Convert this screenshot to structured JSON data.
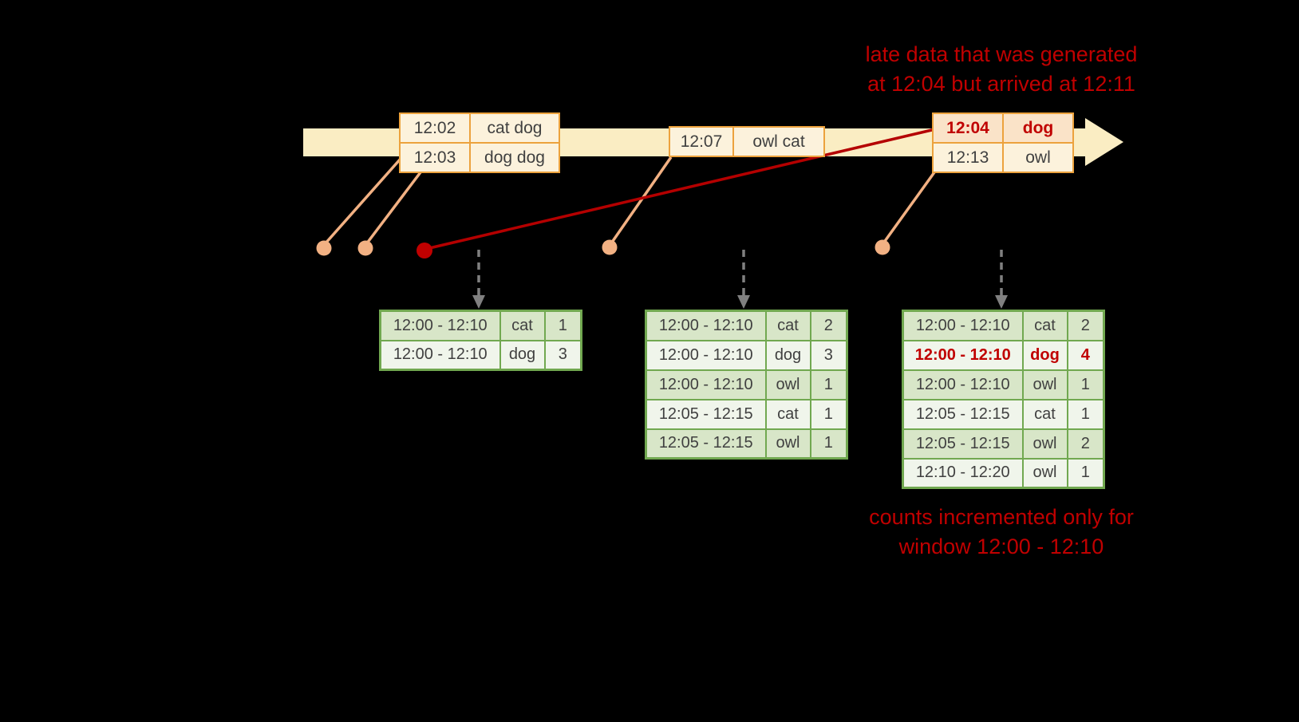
{
  "annotations": {
    "late_data_line1": "late data that was generated",
    "late_data_line2": "at 12:04 but arrived at 12:11",
    "counts_line1": "counts incremented only for",
    "counts_line2": "window 12:00 - 12:10"
  },
  "event_groups": [
    {
      "rows": [
        {
          "time": "12:02",
          "words": "cat dog"
        },
        {
          "time": "12:03",
          "words": "dog dog"
        }
      ]
    },
    {
      "rows": [
        {
          "time": "12:07",
          "words": "owl cat"
        }
      ]
    },
    {
      "rows": [
        {
          "time": "12:04",
          "words": "dog",
          "late": true
        },
        {
          "time": "12:13",
          "words": "owl"
        }
      ]
    }
  ],
  "result_tables": [
    {
      "rows": [
        {
          "window": "12:00 - 12:10",
          "word": "cat",
          "count": "1"
        },
        {
          "window": "12:00 - 12:10",
          "word": "dog",
          "count": "3"
        }
      ]
    },
    {
      "rows": [
        {
          "window": "12:00 - 12:10",
          "word": "cat",
          "count": "2"
        },
        {
          "window": "12:00 - 12:10",
          "word": "dog",
          "count": "3"
        },
        {
          "window": "12:00 - 12:10",
          "word": "owl",
          "count": "1"
        },
        {
          "window": "12:05 - 12:15",
          "word": "cat",
          "count": "1"
        },
        {
          "window": "12:05 - 12:15",
          "word": "owl",
          "count": "1"
        }
      ]
    },
    {
      "rows": [
        {
          "window": "12:00 - 12:10",
          "word": "cat",
          "count": "2"
        },
        {
          "window": "12:00 - 12:10",
          "word": "dog",
          "count": "4",
          "late": true
        },
        {
          "window": "12:00 - 12:10",
          "word": "owl",
          "count": "1"
        },
        {
          "window": "12:05 - 12:15",
          "word": "cat",
          "count": "1"
        },
        {
          "window": "12:05 - 12:15",
          "word": "owl",
          "count": "2"
        },
        {
          "window": "12:10 - 12:20",
          "word": "owl",
          "count": "1"
        }
      ]
    }
  ],
  "colors": {
    "background": "#000000",
    "timeline_arrow": "#FAEDC3",
    "event_border": "#ECA23D",
    "event_fill": "#FCF2DC",
    "late_event_fill": "#FAE3C8",
    "connector": "#F2B183",
    "late_red": "#C00000",
    "trigger_arrow_gray": "#808080",
    "table_border": "#71A850",
    "row_odd": "#D8E6C8",
    "row_even": "#F0F5EB",
    "cell_text": "#404040"
  }
}
